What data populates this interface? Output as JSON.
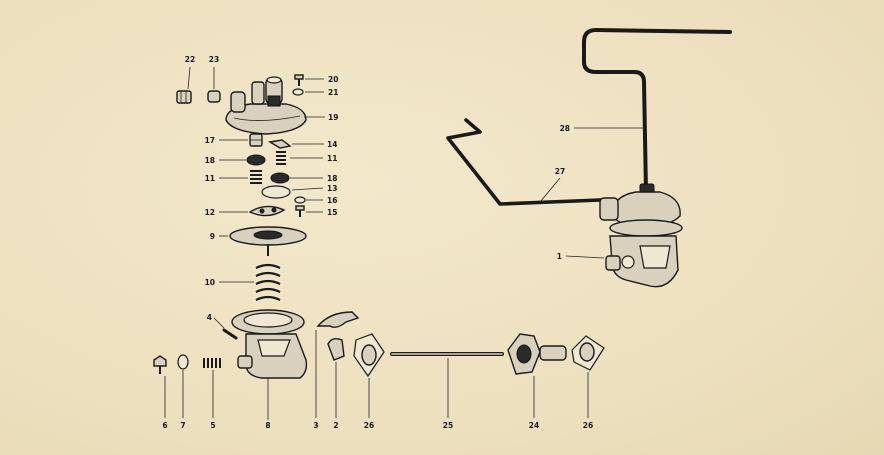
{
  "callouts": [
    {
      "id": "22",
      "text": "22"
    },
    {
      "id": "23",
      "text": "23"
    },
    {
      "id": "20",
      "text": "20"
    },
    {
      "id": "21",
      "text": "21"
    },
    {
      "id": "19",
      "text": "19"
    },
    {
      "id": "17",
      "text": "17"
    },
    {
      "id": "14",
      "text": "14"
    },
    {
      "id": "18a",
      "text": "18"
    },
    {
      "id": "11a",
      "text": "11"
    },
    {
      "id": "11b",
      "text": "11"
    },
    {
      "id": "18b",
      "text": "18"
    },
    {
      "id": "13",
      "text": "13"
    },
    {
      "id": "16",
      "text": "16"
    },
    {
      "id": "12",
      "text": "12"
    },
    {
      "id": "15",
      "text": "15"
    },
    {
      "id": "9",
      "text": "9"
    },
    {
      "id": "10",
      "text": "10"
    },
    {
      "id": "4",
      "text": "4"
    },
    {
      "id": "6",
      "text": "6"
    },
    {
      "id": "7",
      "text": "7"
    },
    {
      "id": "5",
      "text": "5"
    },
    {
      "id": "8",
      "text": "8"
    },
    {
      "id": "3",
      "text": "3"
    },
    {
      "id": "2",
      "text": "2"
    },
    {
      "id": "26a",
      "text": "26"
    },
    {
      "id": "25",
      "text": "25"
    },
    {
      "id": "24",
      "text": "24"
    },
    {
      "id": "26b",
      "text": "26"
    },
    {
      "id": "28",
      "text": "28"
    },
    {
      "id": "27",
      "text": "27"
    },
    {
      "id": "1",
      "text": "1"
    }
  ],
  "colors": {
    "paper": "#efe3c2",
    "ink": "#1a1a1a",
    "metal": "#d9d1bd"
  }
}
